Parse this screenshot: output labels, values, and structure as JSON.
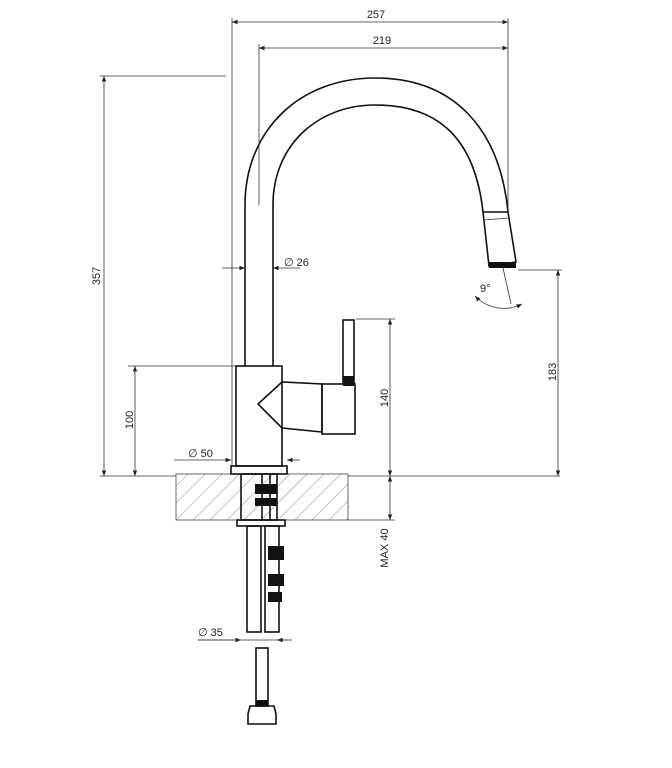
{
  "drawing": {
    "dimensions": {
      "total_reach": "257",
      "spout_reach": "219",
      "total_height": "357",
      "spout_diameter": "∅ 26",
      "spout_angle": "9°",
      "outlet_height": "183",
      "lever_height": "140",
      "body_height": "100",
      "base_diameter": "∅ 50",
      "max_thickness": "MAX 40",
      "shank_diameter": "∅ 35"
    }
  }
}
